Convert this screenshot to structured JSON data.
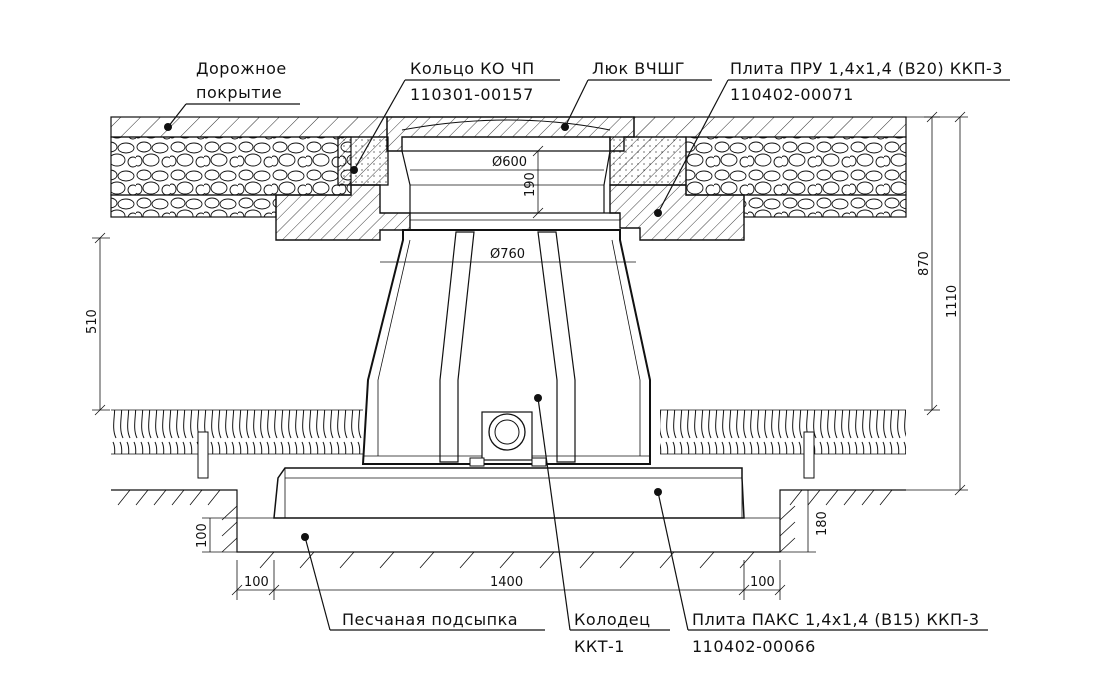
{
  "labels": {
    "road_surface_line1": "Дорожное",
    "road_surface_line2": "покрытие",
    "ring_name": "Кольцо КО ЧП",
    "ring_code": "110301-00157",
    "hatch_name": "Люк ВЧШГ",
    "top_slab_name": "Плита ПРУ 1,4х1,4 (В20) ККП-3",
    "top_slab_code": "110402-00071",
    "sand_bed": "Песчаная подсыпка",
    "well_name": "Колодец",
    "well_code": "ККТ-1",
    "base_slab_name": "Плита ПАКС 1,4х1,4 (В15) ККП-3",
    "base_slab_code": "110402-00066"
  },
  "dimensions": {
    "d_neck": "Ø600",
    "neck_height": "190",
    "d_body": "Ø760",
    "left_height": "510",
    "right_height_inner": "870",
    "right_height_outer": "1110",
    "sand_left": "100",
    "sand_right": "180",
    "width_main": "1400",
    "margin_left": "100",
    "margin_right": "100"
  },
  "colors": {
    "line": "#111111",
    "background": "#ffffff"
  }
}
